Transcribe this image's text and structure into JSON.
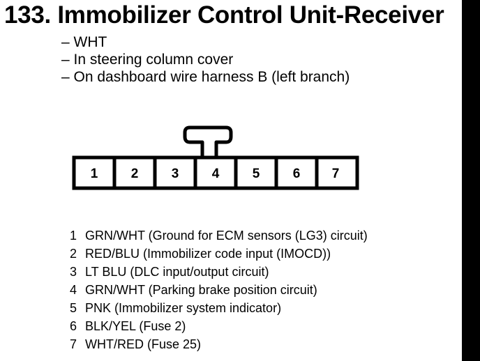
{
  "title": "133. Immobilizer Control Unit-Receiver",
  "details": [
    "– WHT",
    "– In steering column cover",
    "– On dashboard wire harness B (left branch)"
  ],
  "connector": {
    "pin_labels": [
      "1",
      "2",
      "3",
      "4",
      "5",
      "6",
      "7"
    ]
  },
  "pins": [
    {
      "num": "1",
      "desc": "GRN/WHT (Ground for ECM sensors (LG3) circuit)"
    },
    {
      "num": "2",
      "desc": "RED/BLU (Immobilizer code input (IMOCD))"
    },
    {
      "num": "3",
      "desc": "LT BLU (DLC input/output circuit)"
    },
    {
      "num": "4",
      "desc": "GRN/WHT (Parking brake position circuit)"
    },
    {
      "num": "5",
      "desc": "PNK (Immobilizer system indicator)"
    },
    {
      "num": "6",
      "desc": "BLK/YEL (Fuse 2)"
    },
    {
      "num": "7",
      "desc": "WHT/RED (Fuse 25)"
    }
  ]
}
